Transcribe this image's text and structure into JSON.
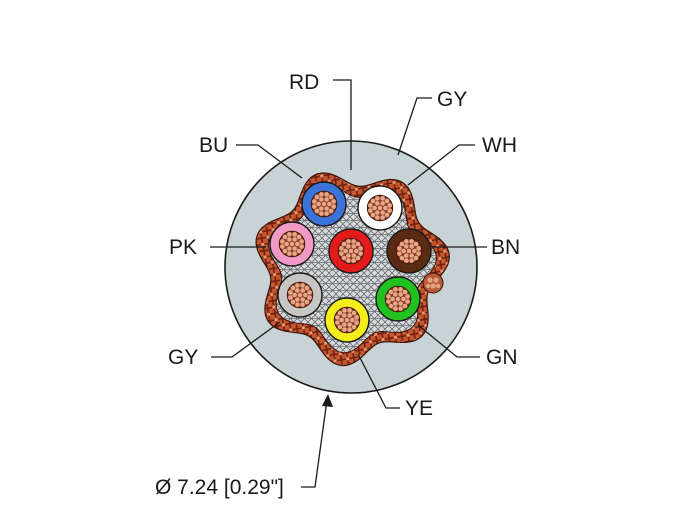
{
  "cable": {
    "diameter_label": "Ø 7.24 [0.29\"]",
    "jacket_color": "#c8d3d6",
    "shield_color": "#a0452a",
    "wires": [
      {
        "code": "RD",
        "color": "#e31b1b"
      },
      {
        "code": "WH",
        "color": "#ffffff"
      },
      {
        "code": "BN",
        "color": "#5a2b12"
      },
      {
        "code": "GN",
        "color": "#21c21f"
      },
      {
        "code": "YE",
        "color": "#f4ee1a"
      },
      {
        "code": "GY",
        "color": "#c8c6c4"
      },
      {
        "code": "PK",
        "color": "#f29ac5"
      },
      {
        "code": "BU",
        "color": "#3c73d9"
      }
    ],
    "jacket_label": "GY"
  }
}
